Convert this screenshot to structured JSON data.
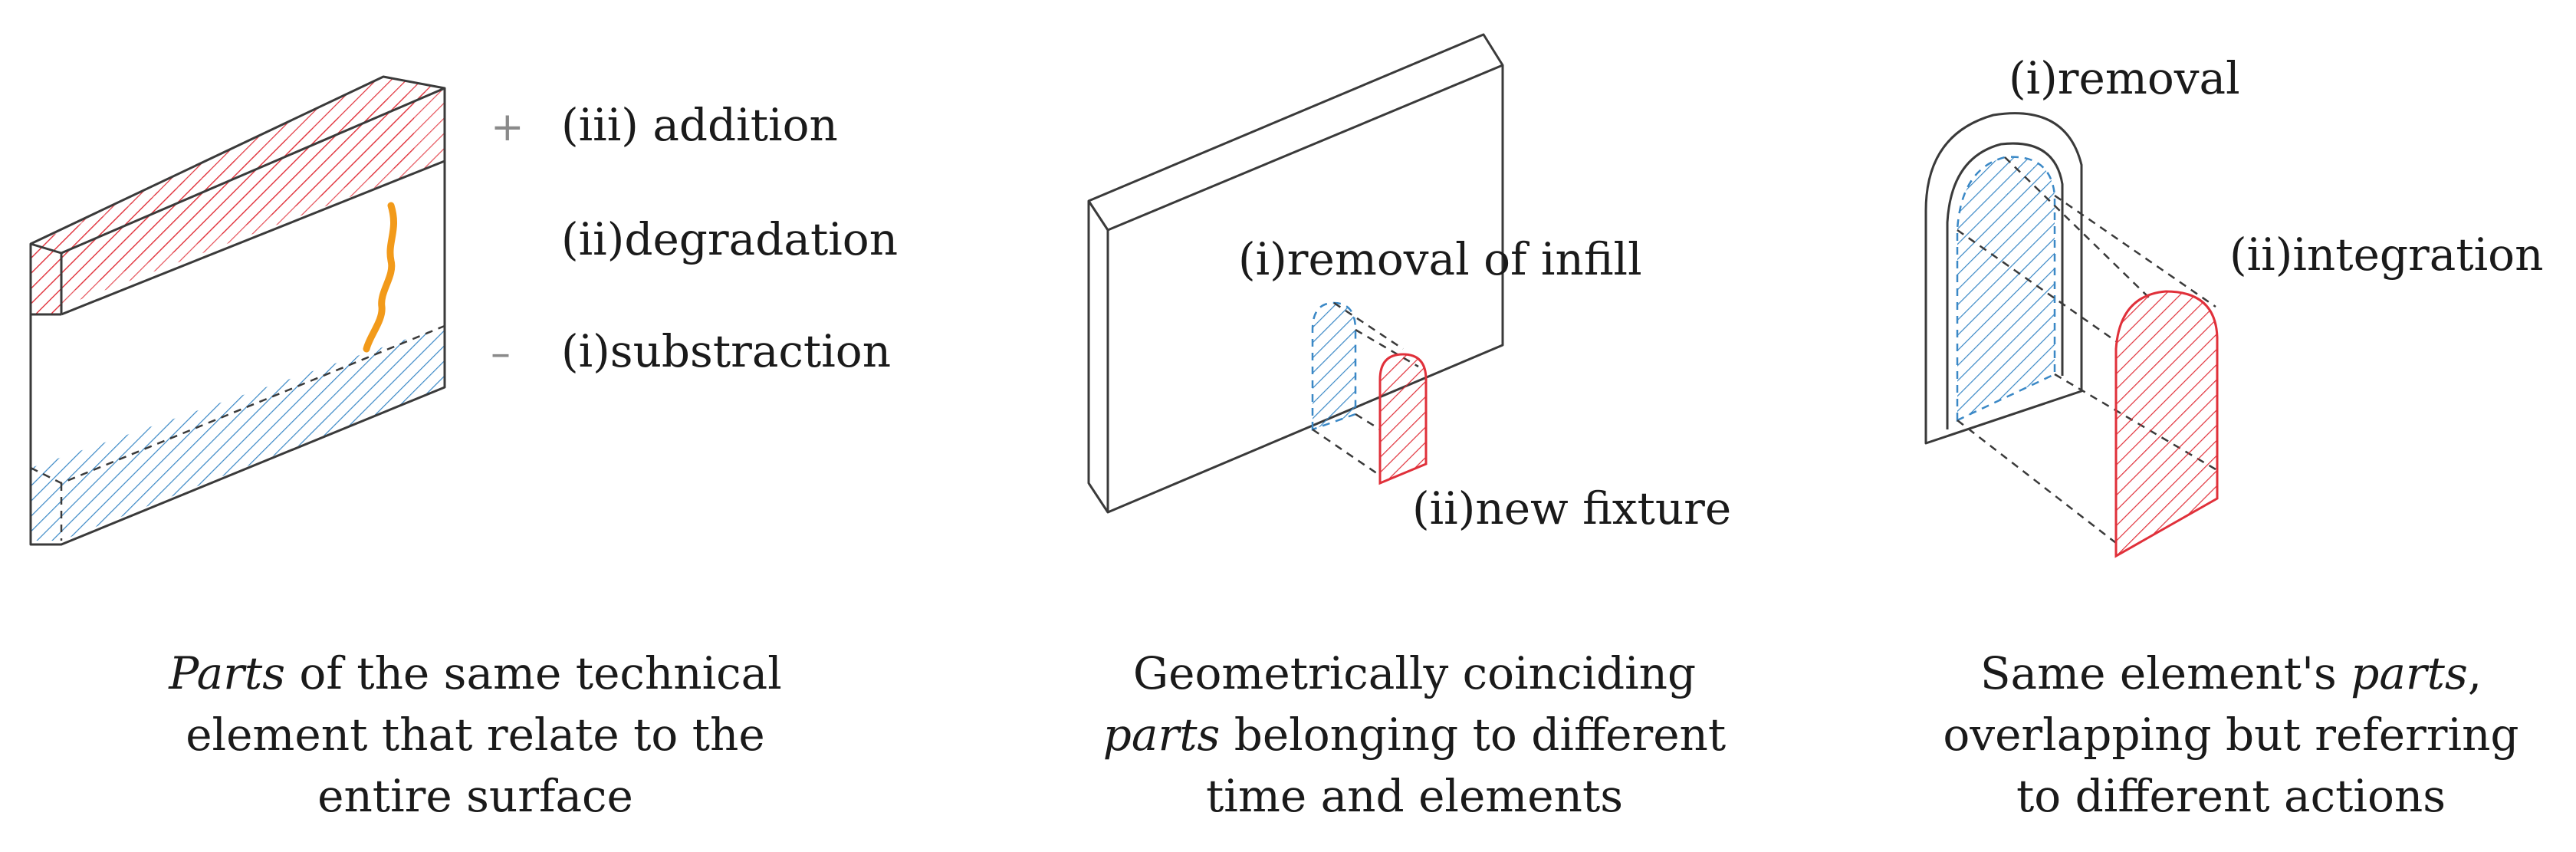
{
  "colors": {
    "addition_hatch": "#e0303a",
    "removal_hatch": "#3a88c6",
    "degradation_crack": "#f29a1a",
    "outline": "#3a3a3a"
  },
  "panel1": {
    "plus_sign": "+",
    "minus_sign": "–",
    "label_addition": "(iii) addition",
    "label_degradation": "(ii)degradation",
    "label_substraction": "(i)substraction",
    "caption": {
      "line1_em": "Parts",
      "line1_rest": " of the same technical",
      "line2": "element that relate to the",
      "line3": "entire surface"
    }
  },
  "panel2": {
    "label_removal": "(i)removal of infill",
    "label_fixture": "(ii)new fixture",
    "caption": {
      "line1": "Geometrically coinciding",
      "line2_em": "parts",
      "line2_rest": " belonging to different",
      "line3": "time and elements"
    }
  },
  "panel3": {
    "label_removal": "(i)removal",
    "label_integration": "(ii)integration",
    "caption": {
      "line1_pre": "Same element's ",
      "line1_em": "parts",
      "line1_post": ",",
      "line2": "overlapping but referring",
      "line3": "to different actions"
    }
  }
}
